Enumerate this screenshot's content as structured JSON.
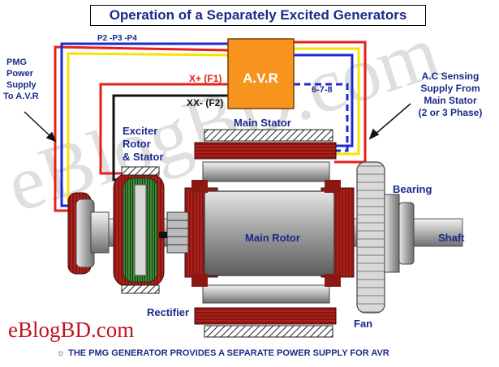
{
  "title": "Operation of a Separately Excited Generators",
  "avr": {
    "label": "A.V.R"
  },
  "wires": {
    "pmg_terminals": "P2  -P3  -P4",
    "field_plus": "X+ (F1)",
    "field_minus": "XX- (F2)",
    "sensing_terminals": "6-7-8"
  },
  "labels": {
    "pmg_line1": "PMG",
    "pmg_line2": "Power",
    "pmg_line3": "Supply",
    "pmg_line4": "To A.V.R",
    "ac_line1": "A.C Sensing",
    "ac_line2": "Supply From",
    "ac_line3": "Main Stator",
    "ac_line4": "(2 or 3 Phase)",
    "exciter_line1": "Exciter",
    "exciter_line2": "Rotor",
    "exciter_line3": "& Stator",
    "main_stator": "Main Stator",
    "main_rotor": "Main Rotor",
    "bearing": "Bearing",
    "shaft": "Shaft",
    "rectifier": "Rectifier",
    "fan": "Fan"
  },
  "watermark": "eBlogBD.com",
  "brand": "eBlogBD.com",
  "footer": {
    "star": "☼",
    "note": "THE PMG GENERATOR PROVIDES A SEPARATE POWER SUPPLY  FOR  AVR"
  },
  "colors": {
    "title_text": "#1b2a8a",
    "avr_fill": "#f7941d",
    "wire_red": "#e4201c",
    "wire_yellow": "#f5e400",
    "wire_blue": "#1c2bd0",
    "wire_black": "#111111",
    "wire_sense": "#1c2bd0",
    "label_blue": "#1b2a8a",
    "winding_red": "#9b1a14",
    "winding_green": "#2e6b2a",
    "brand_red": "#c0141e"
  }
}
